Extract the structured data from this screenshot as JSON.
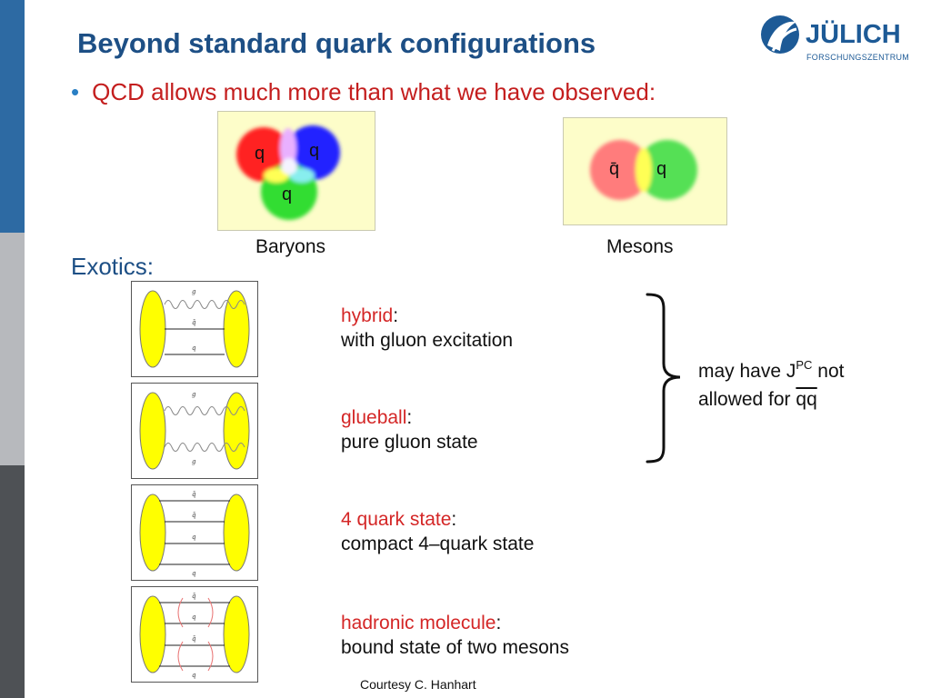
{
  "slide": {
    "title": "Beyond standard quark configurations",
    "bullet": "QCD allows much more than what we have observed:"
  },
  "logo": {
    "name": "JÜLICH",
    "subtitle": "FORSCHUNGSZENTRUM",
    "color": "#1d5a96"
  },
  "baryon": {
    "label": "Baryons",
    "q1": "q",
    "q2": "q",
    "q3": "q"
  },
  "meson": {
    "label": "Mesons",
    "antiquark": "q̄",
    "quark": "q"
  },
  "exotics_heading": "Exotics:",
  "diagram_labels": {
    "gluon": "g",
    "quark": "q",
    "antiquark": "q̄"
  },
  "exotics": [
    {
      "name": "hybrid",
      "colon": ":",
      "description": "with gluon excitation"
    },
    {
      "name": "glueball",
      "colon": ":",
      "description": "pure gluon state"
    },
    {
      "name": "4 quark state",
      "colon": ":",
      "description": "compact 4–quark state"
    },
    {
      "name": "hadronic molecule",
      "colon": ":",
      "description": "bound state of two mesons"
    }
  ],
  "note": {
    "line1_pre": "may have J",
    "line1_sup": "PC",
    "line1_post": " not",
    "line2_pre": "allowed for ",
    "line2_overline": "qq"
  },
  "courtesy": "Courtesy C. Hanhart",
  "colors": {
    "title": "#1d4f85",
    "accent_red": "#d42626",
    "sidebar": [
      "#2d6aa3",
      "#b7b9bd",
      "#4e5155"
    ],
    "ellipse_fill": "#ffff00"
  }
}
